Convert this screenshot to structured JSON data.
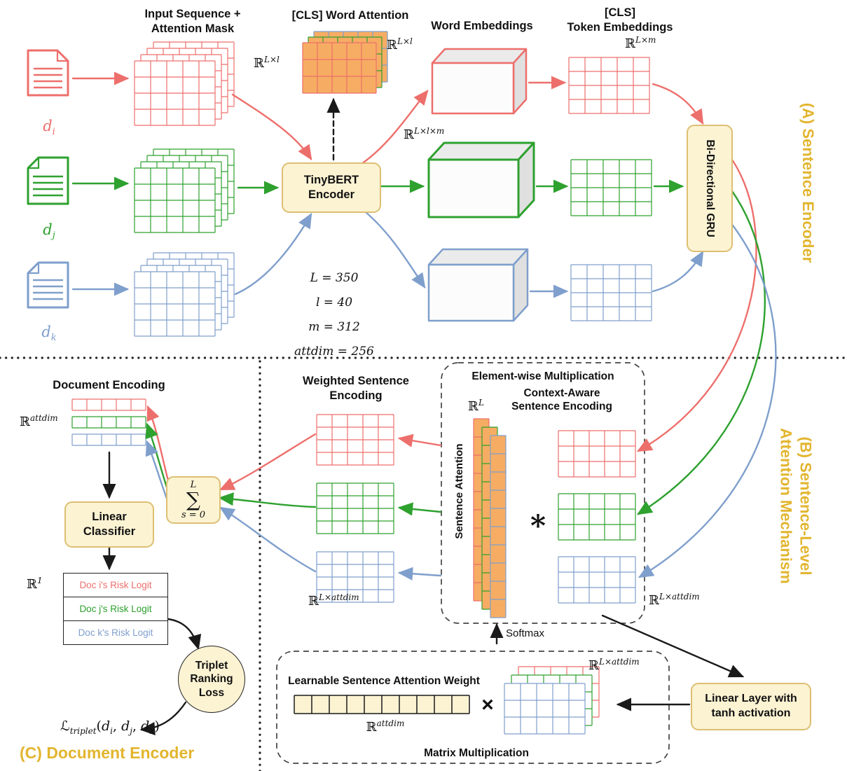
{
  "colors": {
    "red": "#ed6f6c",
    "green": "#2ea12f",
    "blue": "#7f9fcc",
    "orange": "#f6ad63",
    "box_fill": "#fcf3d3",
    "box_border": "#ddbf72",
    "gold": "#e2b52e",
    "face_top": "#ebebeb",
    "face_side": "#e0e0e0",
    "face_front": "#fcfcfc"
  },
  "section_a": {
    "label": "(A) Sentence Encoder",
    "input_title_1": "Input Sequence +",
    "input_title_2": "Attention Mask",
    "cls_word_attention_title": "[CLS] Word Attention",
    "word_embeddings_title": "Word Embeddings",
    "cls_token_title_1": "[CLS]",
    "cls_token_title_2": "Token Embeddings",
    "tinybert_1": "TinyBERT",
    "tinybert_2": "Encoder",
    "gru": "Bi-Directional GRU",
    "params": [
      "L = 350",
      "l = 40",
      "m = 312",
      "attdim = 256"
    ],
    "docs": [
      {
        "base": "d",
        "sub": "i"
      },
      {
        "base": "d",
        "sub": "j"
      },
      {
        "base": "d",
        "sub": "k"
      }
    ],
    "dims": {
      "input": {
        "base": "ℝ",
        "sup": "L×l"
      },
      "cls_word": {
        "base": "ℝ",
        "sup": "L×l"
      },
      "word_emb": {
        "base": "ℝ",
        "sup": "L×l×m"
      },
      "cls_token": {
        "base": "ℝ",
        "sup": "L×m"
      }
    }
  },
  "section_b": {
    "label_1": "(B) Sentence-Level",
    "label_2": "Attention Mechanism",
    "weighted_title_1": "Weighted Sentence",
    "weighted_title_2": "Encoding",
    "weighted_dim": {
      "base": "ℝ",
      "sup": "L×attdim"
    },
    "elementwise_title": "Element-wise Multiplication",
    "context_title_1": "Context-Aware",
    "context_title_2": "Sentence Encoding",
    "attention_vec_dim": {
      "base": "ℝ",
      "sup": "L"
    },
    "sentence_attention": "Sentence Attention",
    "star": "∗",
    "context_dim": {
      "base": "ℝ",
      "sup": "L×attdim"
    },
    "softmax": "Softmax",
    "matmul_title": "Matrix Multiplication",
    "learnable_title": "Learnable Sentence Attention Weight",
    "learnable_dim": {
      "base": "ℝ",
      "sup": "attdim"
    },
    "times": "×",
    "matmul_dim": {
      "base": "ℝ",
      "sup": "L×attdim"
    },
    "linear_tanh_1": "Linear Layer with",
    "linear_tanh_2": "tanh activation"
  },
  "section_c": {
    "label": "(C) Document Encoder",
    "doc_encoding_title": "Document Encoding",
    "doc_encoding_dim": {
      "base": "ℝ",
      "sup": "attdim"
    },
    "sum": {
      "top": "L",
      "sigma": "∑",
      "bottom": "s = 0"
    },
    "linear_classifier_1": "Linear",
    "linear_classifier_2": "Classifier",
    "logit_dim": {
      "base": "ℝ",
      "sup": "1"
    },
    "logits": [
      "Doc i's Risk Logit",
      "Doc j's Risk Logit",
      "Doc k's Risk Logit"
    ],
    "triplet": [
      "Triplet",
      "Ranking",
      "Loss"
    ],
    "loss": {
      "name": "ℒ",
      "sub": "triplet",
      "open": "(",
      "sep": ", ",
      "close": ")"
    }
  }
}
